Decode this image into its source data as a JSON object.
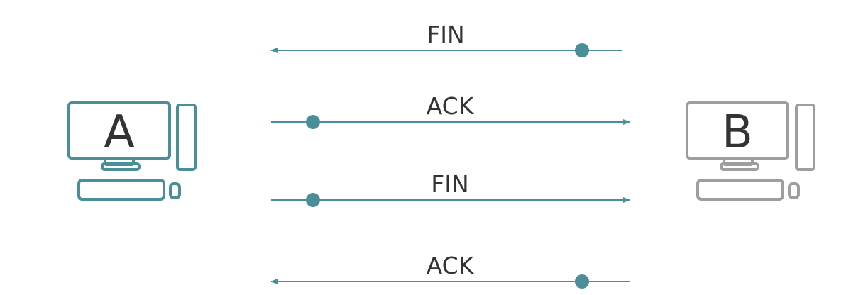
{
  "colors": {
    "teal": "#4a8f98",
    "gray": "#9e9e9e",
    "text": "#333333"
  },
  "hosts": {
    "left": {
      "letter": "A",
      "icon": "desktop-computer-icon"
    },
    "right": {
      "letter": "B",
      "icon": "desktop-computer-icon"
    }
  },
  "messages": [
    {
      "label": "FIN",
      "direction": "left"
    },
    {
      "label": "ACK",
      "direction": "right"
    },
    {
      "label": "FIN",
      "direction": "right"
    },
    {
      "label": "ACK",
      "direction": "left"
    }
  ]
}
